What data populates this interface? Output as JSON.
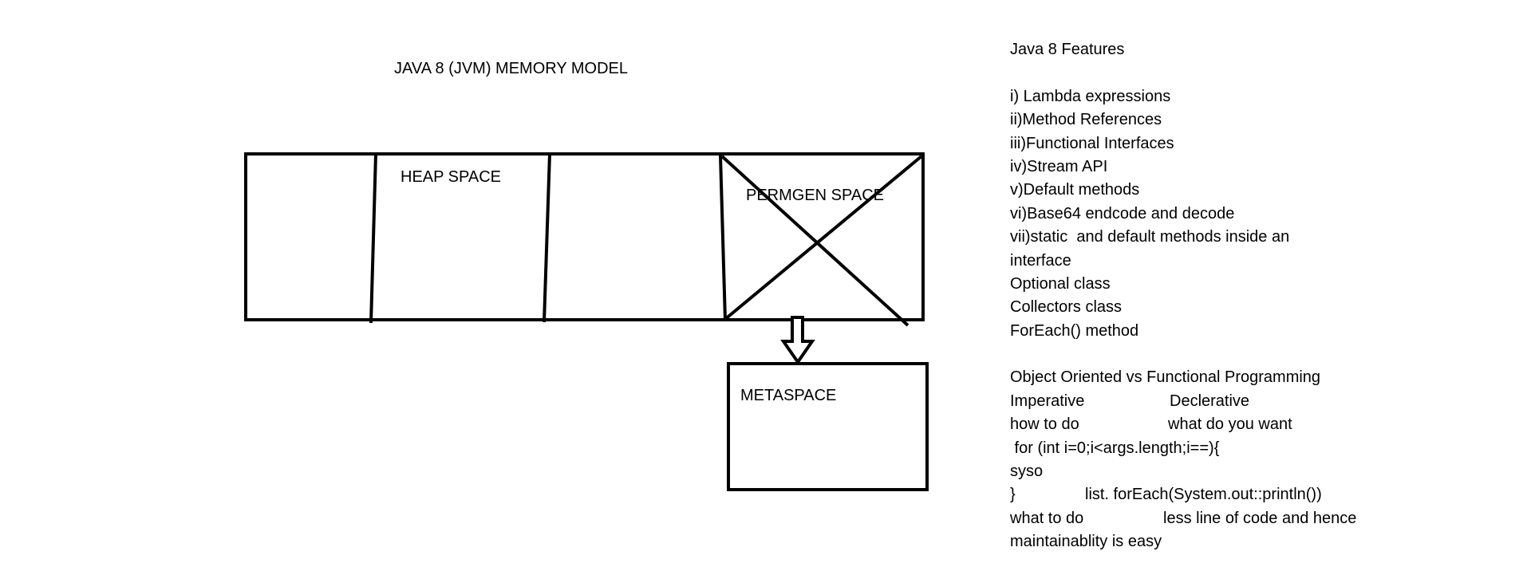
{
  "diagram": {
    "title": "JAVA 8 (JVM) MEMORY MODEL",
    "heap_label": "HEAP SPACE",
    "permgen_label": "PERMGEN SPACE",
    "metaspace_label": "METASPACE",
    "permgen_crossed_out": true,
    "arrow_direction": "down"
  },
  "notes": {
    "heading": "Java 8 Features",
    "features": [
      "i) Lambda expressions",
      "ii)Method References",
      "iii)Functional Interfaces",
      "iv)Stream API",
      "v)Default methods",
      "vi)Base64 endcode and decode",
      "vii)static  and default methods inside an",
      "interface",
      "Optional class",
      "Collectors class",
      "ForEach() method"
    ],
    "comparison_heading": "Object Oriented vs Functional Programming",
    "comparison_rows": [
      {
        "left": "Imperative",
        "right": "Declerative"
      },
      {
        "left": "how to do",
        "right": "what do you want"
      },
      {
        "left": " for (int i=0;i<args.length;i==){",
        "right": ""
      },
      {
        "left": "syso",
        "right": ""
      },
      {
        "left": "}",
        "right": "list. forEach(System.out::println())"
      },
      {
        "left": "what to do",
        "right": "less line of code and hence"
      },
      {
        "left": "maintainablity is easy",
        "right": ""
      }
    ]
  }
}
